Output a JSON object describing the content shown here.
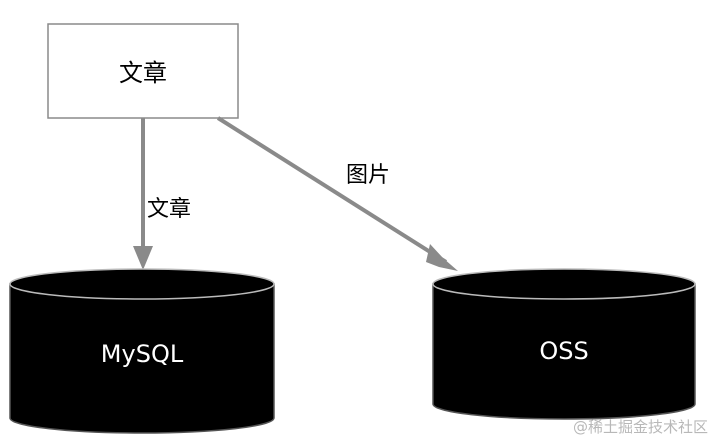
{
  "nodes": {
    "article_box": {
      "label": "文章"
    },
    "mysql": {
      "label": "MySQL"
    },
    "oss": {
      "label": "OSS"
    }
  },
  "edges": {
    "article_to_mysql": {
      "label": "文章"
    },
    "article_to_oss": {
      "label": "图片"
    }
  },
  "colors": {
    "arrow": "#8a8a8a",
    "box_border": "#8a8a8a",
    "cylinder_fill": "#000000",
    "cylinder_text": "#ffffff",
    "text": "#000000",
    "watermark": "#b8b8b8"
  },
  "watermark": {
    "text": "@稀土掘金技术社区"
  }
}
